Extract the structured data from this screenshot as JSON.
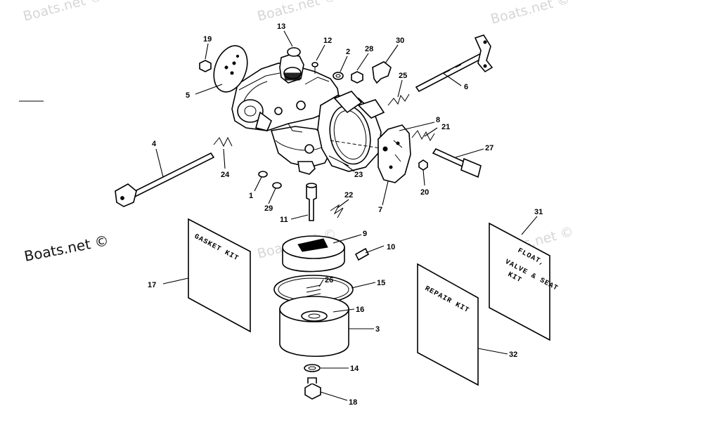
{
  "watermarks": {
    "dark": "Boats.net ©",
    "light": [
      "Boats.net ©",
      "Boats.net ©",
      "Boats.net ©",
      "Boats.net ©",
      "Boats.net ©"
    ]
  },
  "kits": {
    "gasket": [
      "GASKET KIT"
    ],
    "repair": [
      "REPAIR KIT"
    ],
    "float": [
      "FLOAT,",
      "VALVE & SEAT",
      "KIT"
    ]
  },
  "callouts": [
    "13",
    "19",
    "12",
    "2",
    "28",
    "30",
    "5",
    "25",
    "6",
    "8",
    "21",
    "27",
    "4",
    "24",
    "23",
    "1",
    "20",
    "29",
    "7",
    "22",
    "11",
    "9",
    "10",
    "31",
    "17",
    "26",
    "15",
    "16",
    "3",
    "32",
    "14",
    "18"
  ]
}
